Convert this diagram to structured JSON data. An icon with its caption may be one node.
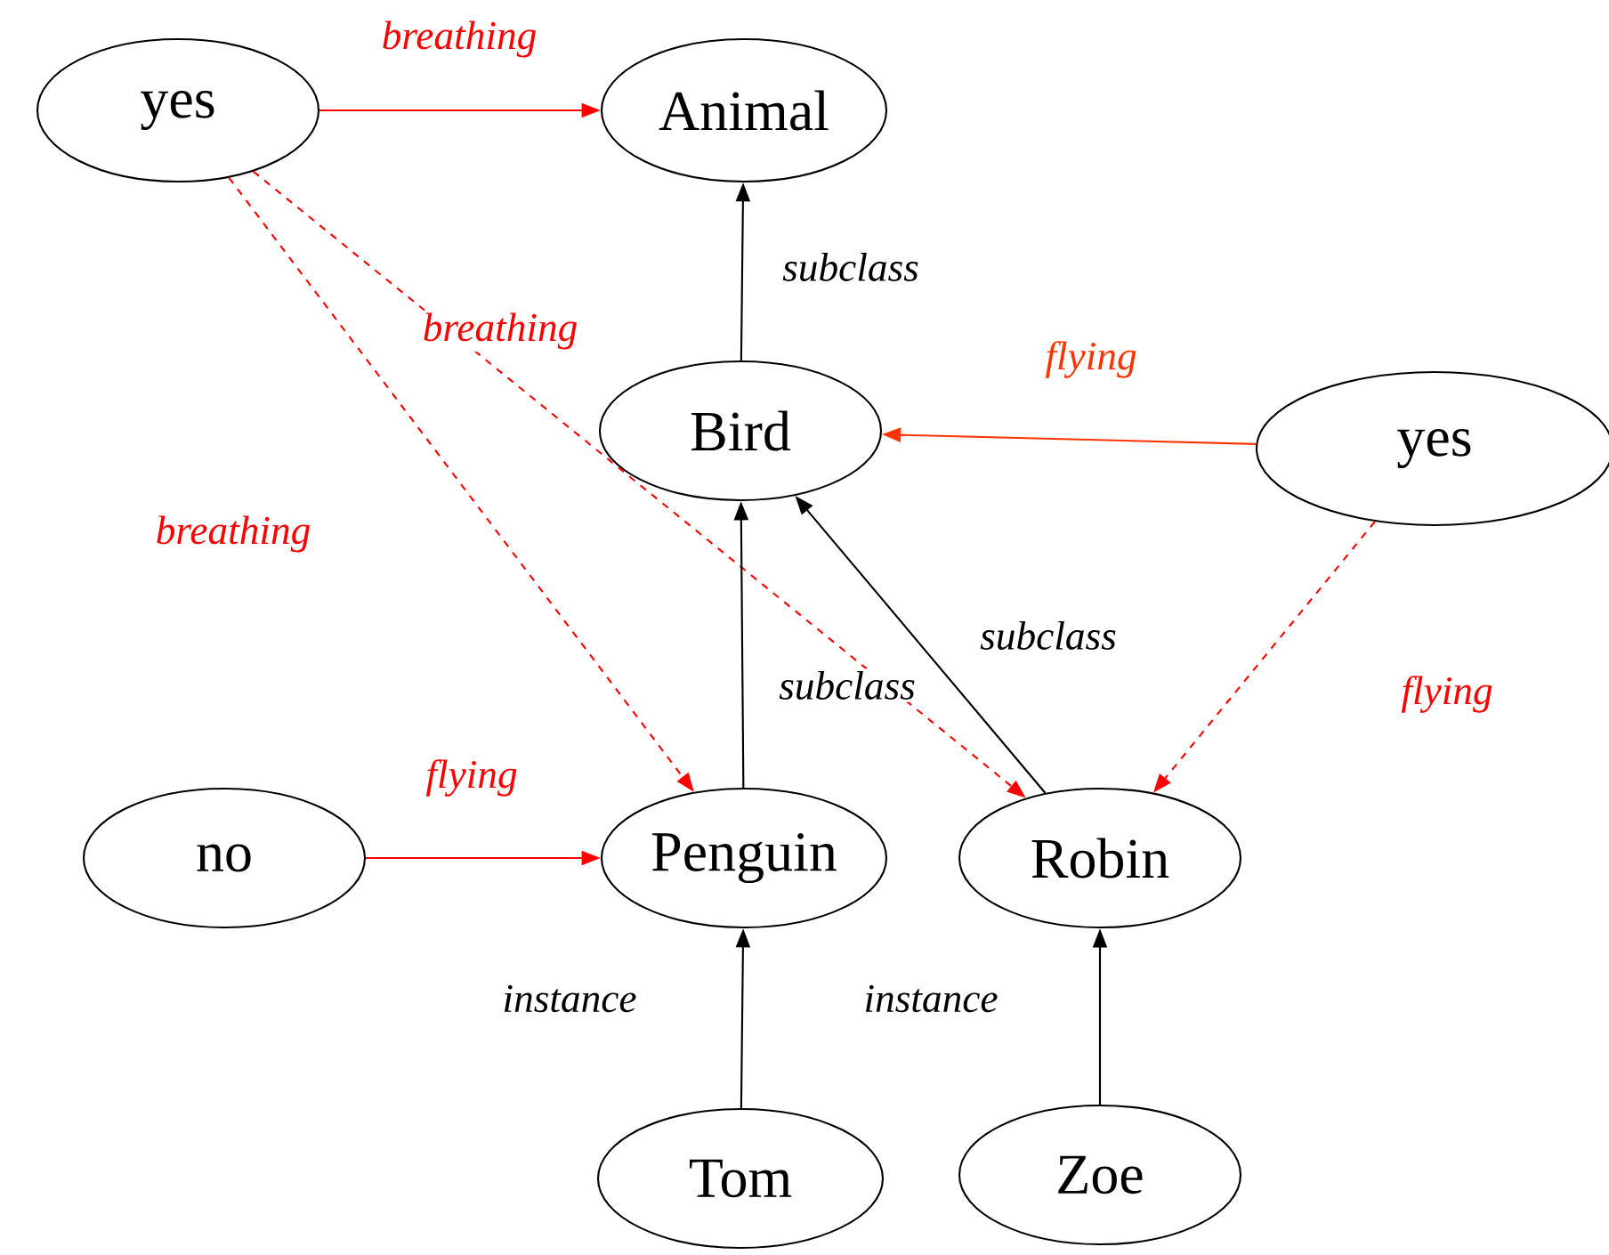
{
  "diagram": {
    "nodes": [
      {
        "text": [
          "yes"
        ]
      },
      {
        "text": [
          "Animal"
        ]
      },
      {
        "text": [
          "Bird"
        ]
      },
      {
        "text": [
          "yes"
        ]
      },
      {
        "text": [
          "no"
        ]
      },
      {
        "text": [
          "Penguin"
        ]
      },
      {
        "text": [
          "Robin"
        ]
      },
      {
        "text": [
          "Tom"
        ]
      },
      {
        "text": [
          "Zoe"
        ]
      }
    ],
    "edges": [
      {
        "from": 0,
        "to": 1,
        "arrow": "to",
        "label": "breathing",
        "color": "#ff0000"
      },
      {
        "from": 2,
        "to": 1,
        "arrow": "to",
        "label": "subclass",
        "color": "#000000"
      },
      {
        "from": 3,
        "to": 2,
        "arrow": "to",
        "label": "flying",
        "color": "#ff3300"
      },
      {
        "from": 0,
        "to": 5,
        "arrow": "to",
        "label": "breathing",
        "style": "dashed",
        "color": "#ff0000"
      },
      {
        "from": 0,
        "to": 6,
        "arrow": "to",
        "label": "breathing",
        "style": "dashed",
        "color": "#ff0000"
      },
      {
        "from": 5,
        "to": 2,
        "arrow": "to",
        "label": "subclass",
        "color": "#000000"
      },
      {
        "from": 6,
        "to": 2,
        "arrow": "to",
        "label": "subclass",
        "color": "#000000"
      },
      {
        "from": 3,
        "to": 6,
        "arrow": "to",
        "label": "flying",
        "style": "dashed",
        "color": "#ff0000"
      },
      {
        "from": 4,
        "to": 5,
        "arrow": "to",
        "label": "flying",
        "color": "#ff0000"
      },
      {
        "from": 7,
        "to": 5,
        "arrow": "to",
        "label": "instance",
        "color": "#000000"
      },
      {
        "from": 8,
        "to": 6,
        "arrow": "to",
        "label": "instance",
        "color": "#000000"
      }
    ]
  }
}
